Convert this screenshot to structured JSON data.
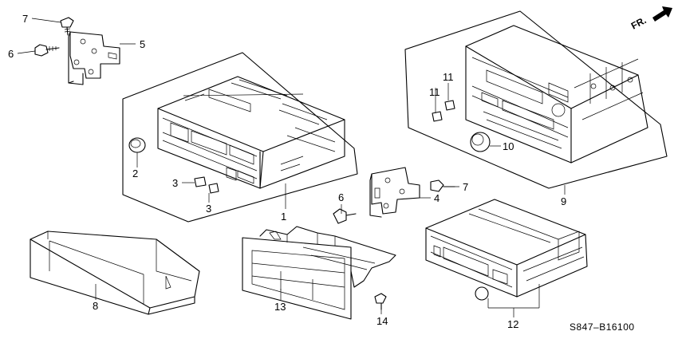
{
  "direction_label": "FR.",
  "diagram_code": "S847‒B16100",
  "callouts": {
    "c1": "1",
    "c2": "2",
    "c3a": "3",
    "c3b": "3",
    "c4": "4",
    "c5": "5",
    "c6a": "6",
    "c6b": "6",
    "c7a": "7",
    "c7b": "7",
    "c8": "8",
    "c9": "9",
    "c10": "10",
    "c11a": "11",
    "c11b": "11",
    "c12": "12",
    "c13": "13",
    "c14": "14"
  }
}
